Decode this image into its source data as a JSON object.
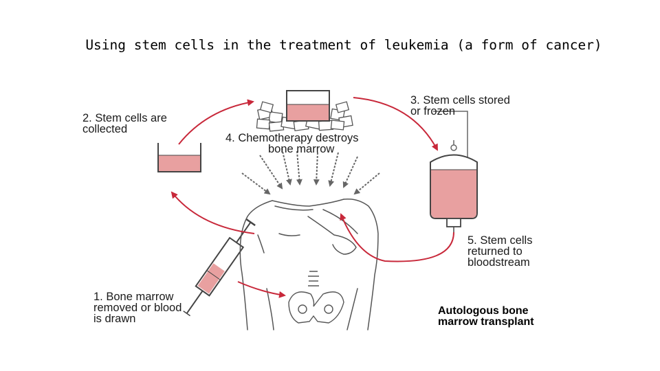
{
  "title": "Using stem cells in the treatment of leukemia (a form of cancer)",
  "steps": [
    {
      "line1": "1. Bone marrow",
      "line2": "removed or blood",
      "line3": "is drawn"
    },
    {
      "line1": "2. Stem cells are",
      "line2": "collected"
    },
    {
      "line1": "3. Stem cells stored",
      "line2": "or frozen"
    },
    {
      "line1": "4. Chemotherapy destroys",
      "line2": "bone marrow"
    },
    {
      "line1": "5. Stem cells",
      "line2": "returned to",
      "line3": "bloodstream"
    }
  ],
  "caption": {
    "line1": "Autologous bone",
    "line2": "marrow transplant"
  },
  "colors": {
    "arrow": "#c8283a",
    "fluid": "#e8a0a0",
    "outline": "#444444",
    "title": "#000000"
  }
}
